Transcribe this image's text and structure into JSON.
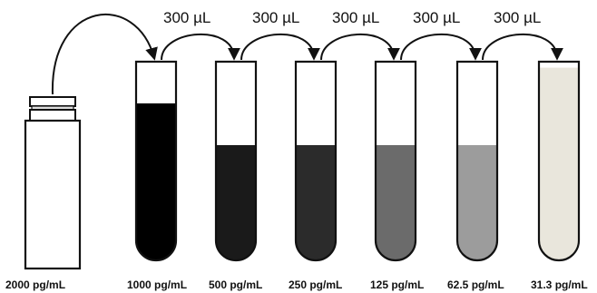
{
  "stock": {
    "label": "2000 pg/mL"
  },
  "transfer_volume": "300 µL",
  "tubes": [
    {
      "label": "1000 pg/mL",
      "fill_fraction": 0.79,
      "color": "#000000"
    },
    {
      "label": "500 pg/mL",
      "fill_fraction": 0.58,
      "color": "#1a1a1a"
    },
    {
      "label": "250 pg/mL",
      "fill_fraction": 0.58,
      "color": "#2b2b2b"
    },
    {
      "label": "125 pg/mL",
      "fill_fraction": 0.58,
      "color": "#6b6b6b"
    },
    {
      "label": "62.5 pg/mL",
      "fill_fraction": 0.58,
      "color": "#9c9c9c"
    },
    {
      "label": "31.3 pg/mL",
      "fill_fraction": 0.97,
      "color": "#e9e6dc"
    }
  ],
  "colors": {
    "outline": "#111111",
    "arrow": "#111111"
  }
}
